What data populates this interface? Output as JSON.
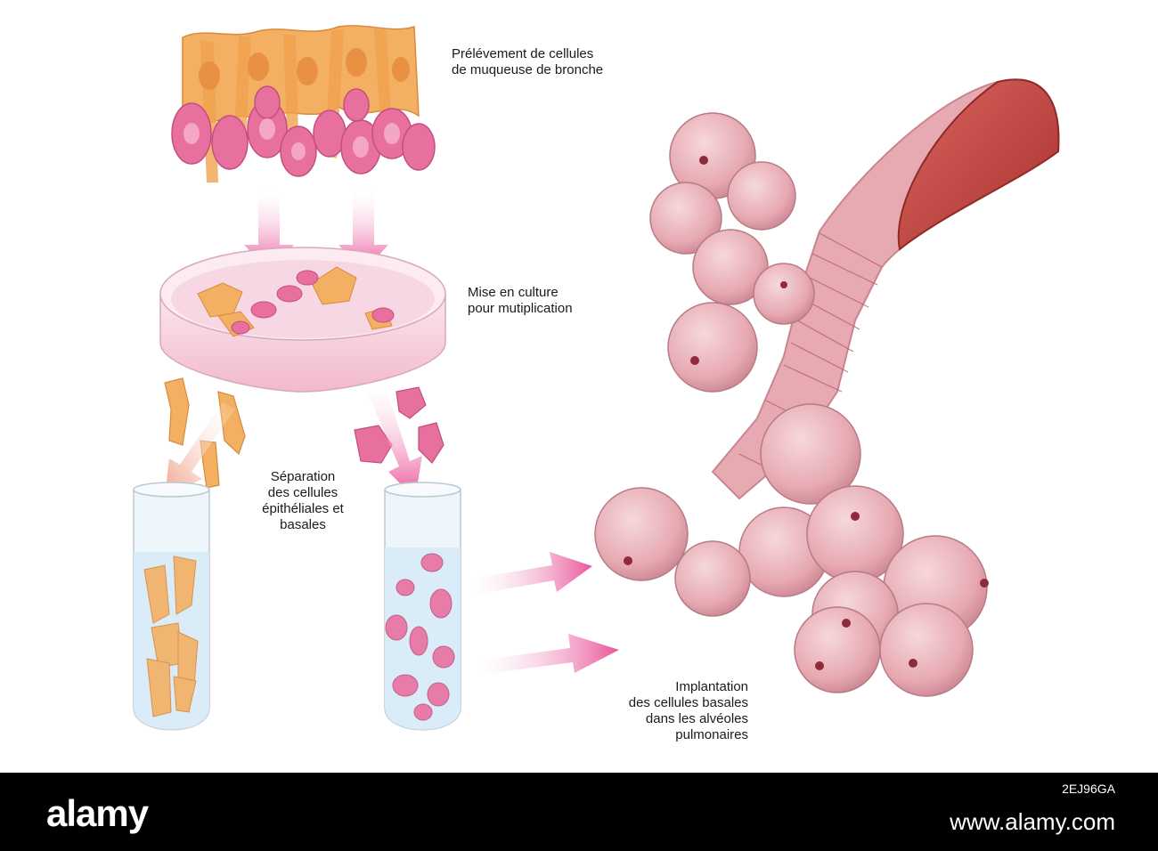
{
  "labels": {
    "prelevement": "Prélévement de cellules\nde muqueuse de bronche",
    "culture": "Mise en culture\npour mutiplication",
    "separation": "Séparation\ndes cellules\népithéliales et\nbasales",
    "implantation": "Implantation\ndes cellules basales\ndans les alvéoles\npulmonaires"
  },
  "watermark": {
    "logo": "alamy",
    "image_id": "2EJ96GA",
    "url": "www.alamy.com"
  },
  "colors": {
    "epithelial": "#f3b063",
    "basal": "#e8709f",
    "arrow": "#e9559a",
    "alveoli": "#e7a9b2",
    "bronchus": "#c24a45",
    "footer": "#000000"
  }
}
